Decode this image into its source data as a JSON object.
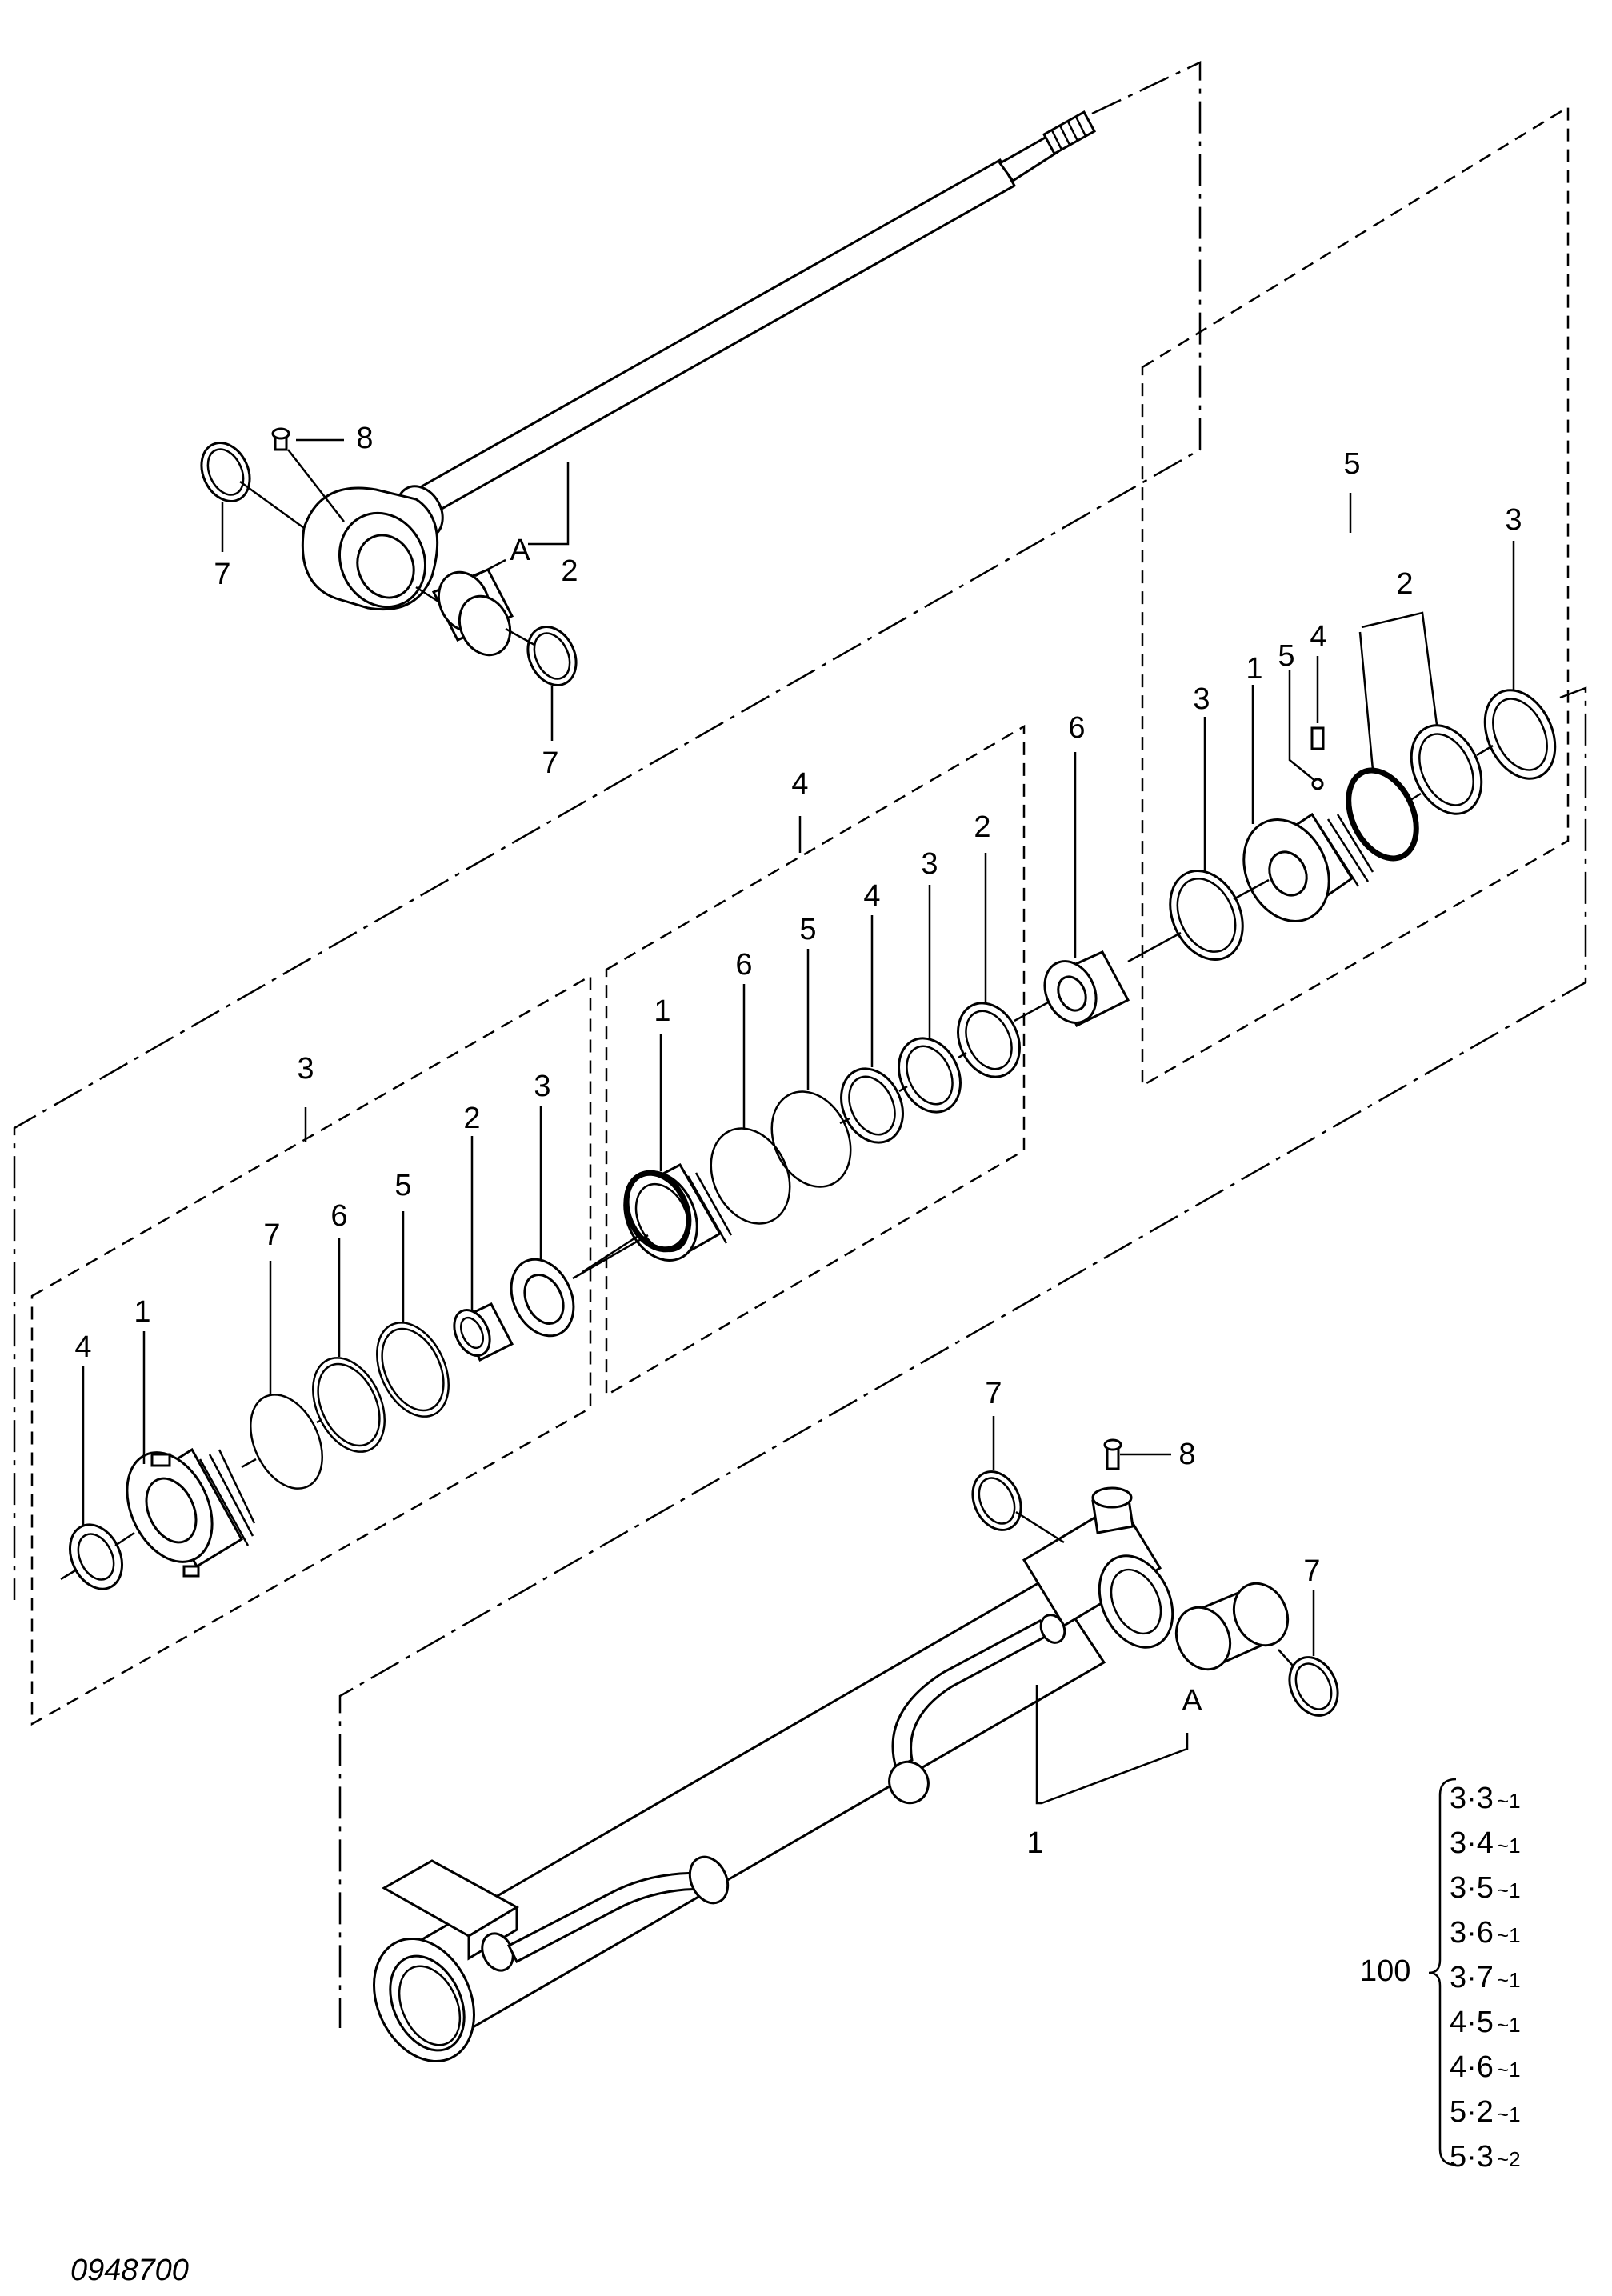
{
  "diagram_code": "0948700",
  "callouts": {
    "rod": {
      "p8": "8",
      "p7a": "7",
      "pA": "A",
      "p2": "2",
      "p7b": "7"
    },
    "group5": {
      "title": "5",
      "p3a": "3",
      "p2": "2",
      "p3b": "3",
      "p1": "1",
      "p5": "5",
      "p4": "4"
    },
    "group4": {
      "title": "4",
      "p6": "6",
      "p1": "1",
      "p6b": "6",
      "p5": "5",
      "p4": "4",
      "p3": "3",
      "p2": "2"
    },
    "group3": {
      "title": "3",
      "p7": "7",
      "p6": "6",
      "p5": "5",
      "p2": "2",
      "p3": "3",
      "p4": "4",
      "p1": "1"
    },
    "cylinder": {
      "p7a": "7",
      "p8": "8",
      "p7b": "7",
      "pA": "A",
      "p1": "1"
    }
  },
  "kit": {
    "number": "100",
    "items": [
      {
        "main": "3·3",
        "qty": "~1"
      },
      {
        "main": "3·4",
        "qty": "~1"
      },
      {
        "main": "3·5",
        "qty": "~1"
      },
      {
        "main": "3·6",
        "qty": "~1"
      },
      {
        "main": "3·7",
        "qty": "~1"
      },
      {
        "main": "4·5",
        "qty": "~1"
      },
      {
        "main": "4·6",
        "qty": "~1"
      },
      {
        "main": "5·2",
        "qty": "~1"
      },
      {
        "main": "5·3",
        "qty": "~2"
      }
    ]
  }
}
